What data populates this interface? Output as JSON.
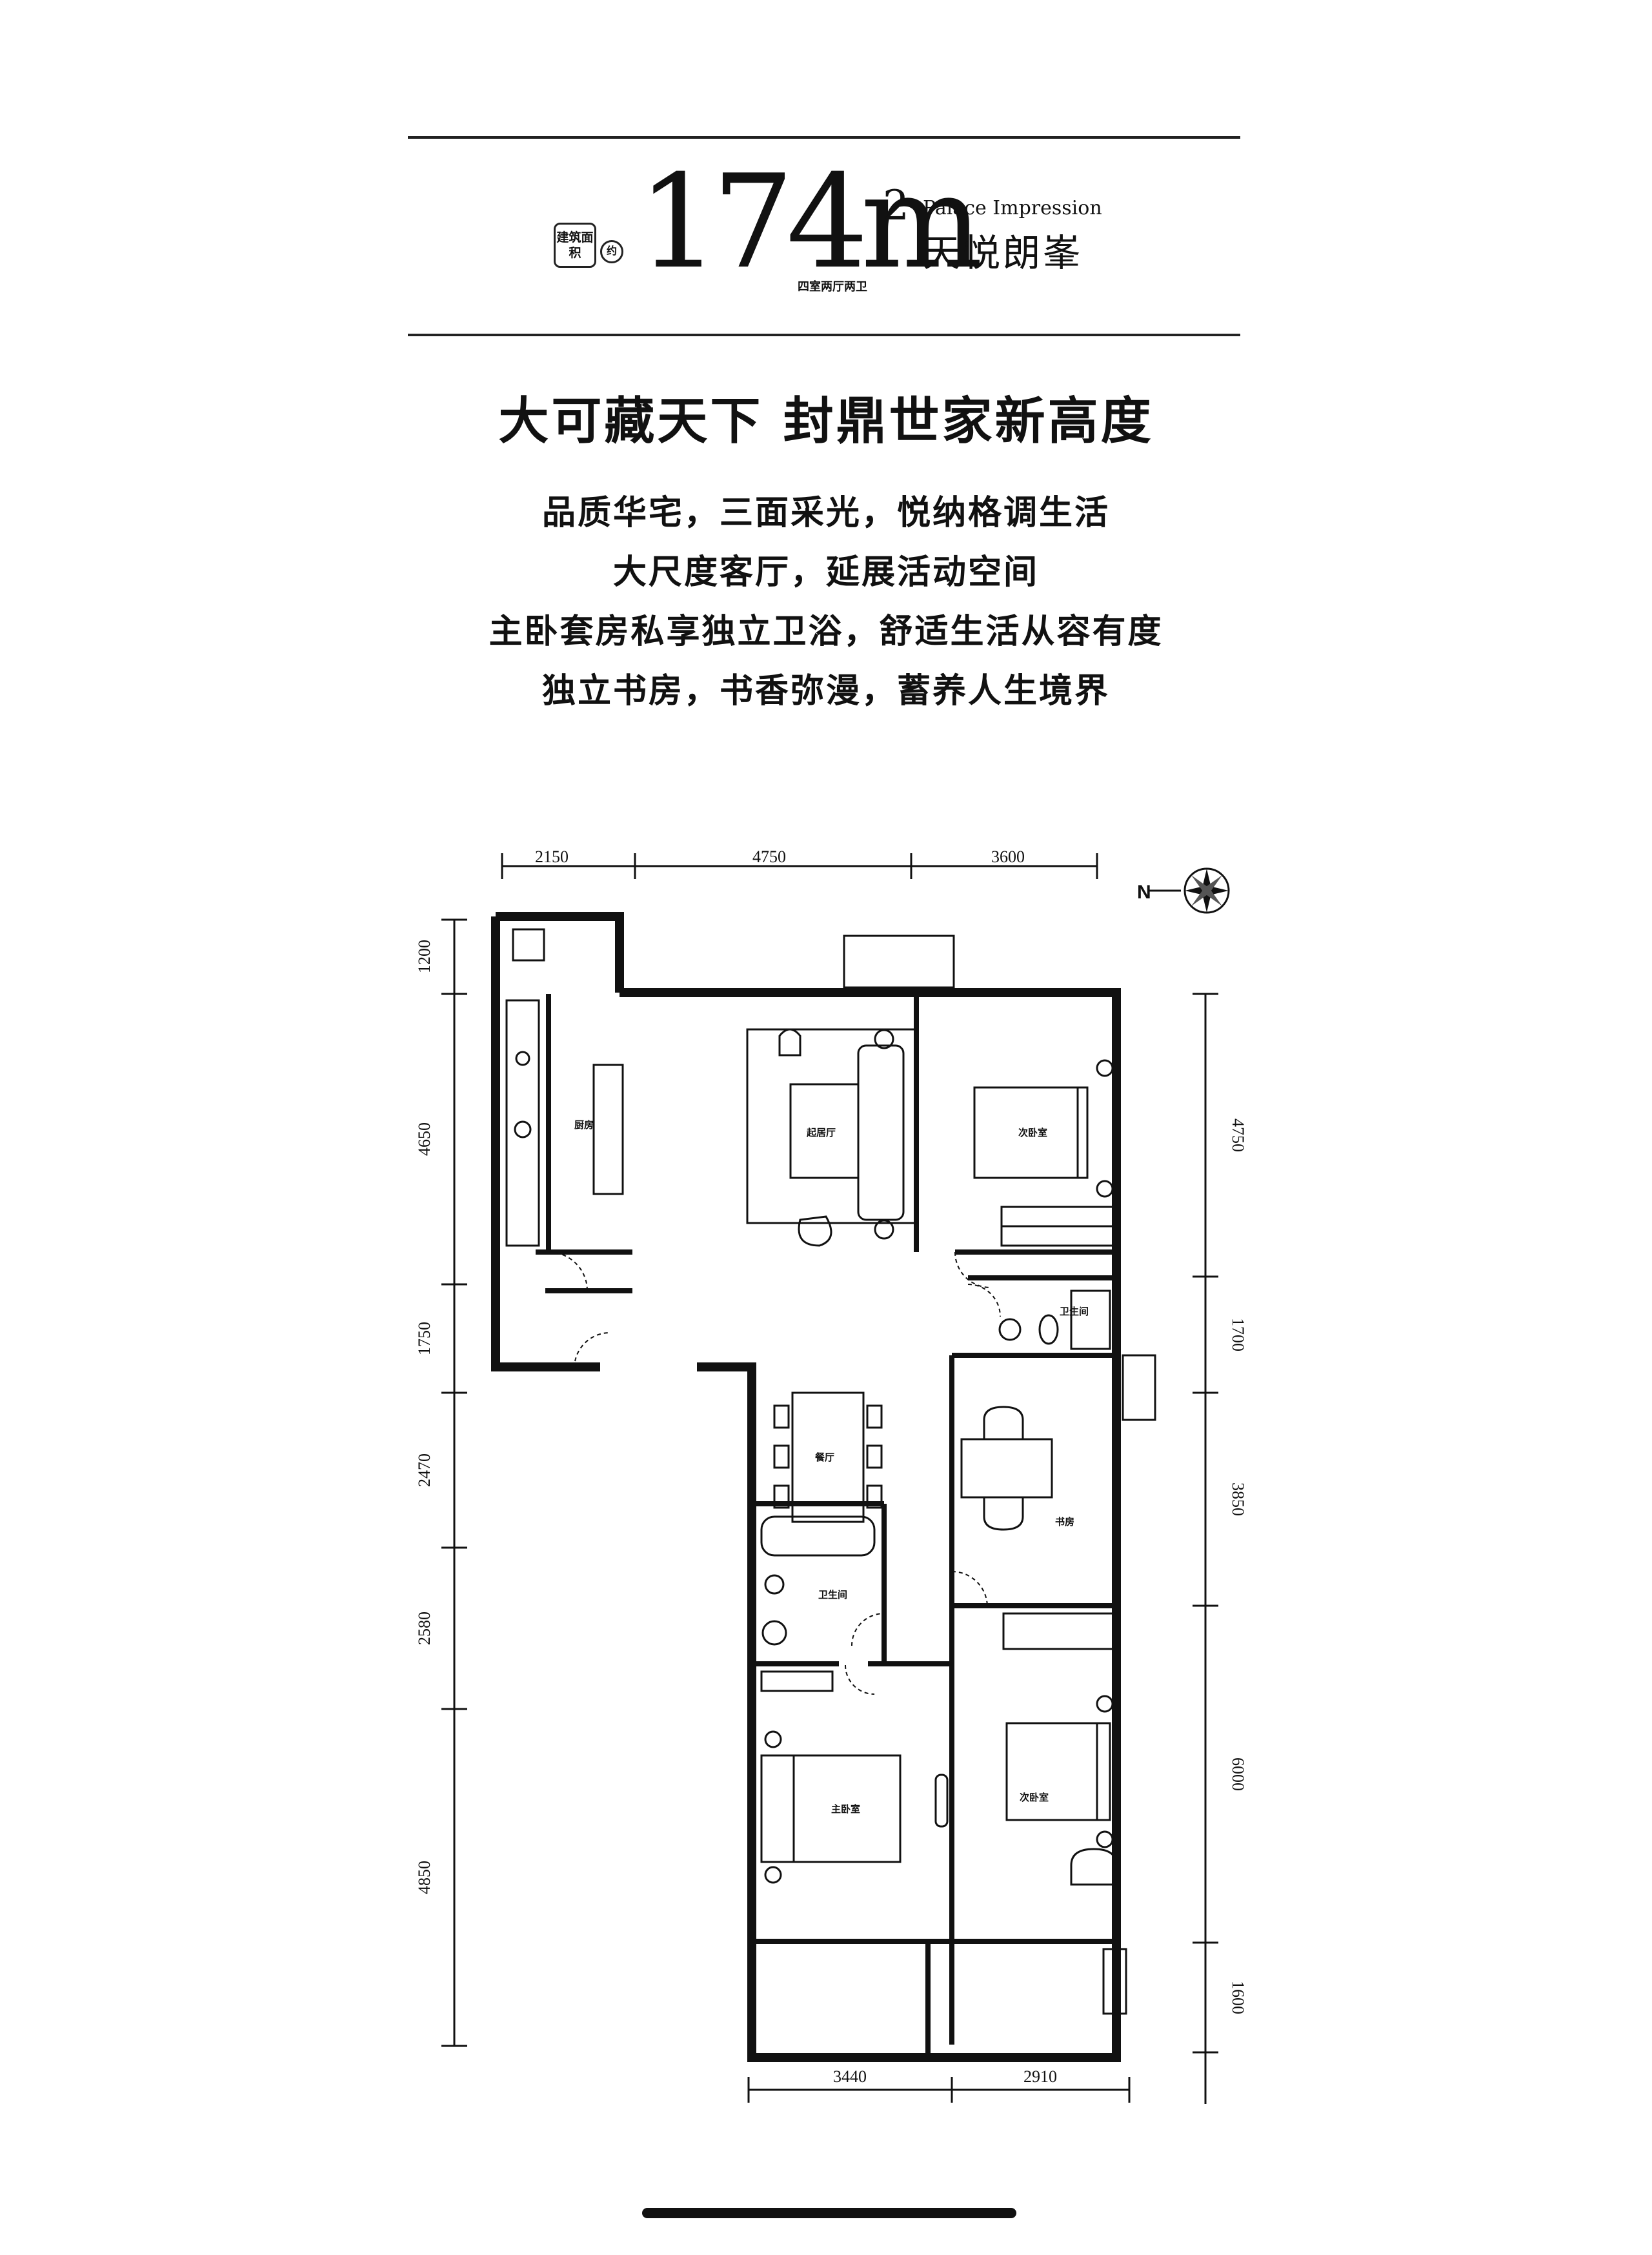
{
  "header": {
    "badge_label": "建筑面积",
    "badge_unit": "约",
    "area_value": "174m",
    "area_unit_sup": "2",
    "project_name_en": "Palace Impression",
    "project_name_cn": "天悦朗峯",
    "layout_type": "四室两厅两卫"
  },
  "slogan": "大可藏天下  封鼎世家新高度",
  "features": [
    "品质华宅，三面采光，悦纳格调生活",
    "大尺度客厅，延展活动空间",
    "主卧套房私享独立卫浴，舒适生活从容有度",
    "独立书房，书香弥漫，蓄养人生境界"
  ],
  "floorplan": {
    "compass_label": "N",
    "dims_top": [
      "2150",
      "4750",
      "3600"
    ],
    "dims_left": [
      "1200",
      "4650",
      "1750",
      "2470",
      "2580",
      "4850"
    ],
    "dims_right": [
      "4750",
      "1700",
      "3850",
      "6000",
      "1600"
    ],
    "dims_bottom": [
      "3440",
      "2910"
    ],
    "rooms": {
      "kitchen": "厨房",
      "living_room": "起居厅",
      "bedroom_north": "次卧室",
      "bathroom_1": "卫生间",
      "dining_room": "餐厅",
      "study": "书房",
      "bathroom_2": "卫生间",
      "master_bedroom": "主卧室",
      "bedroom_south": "次卧室"
    }
  }
}
